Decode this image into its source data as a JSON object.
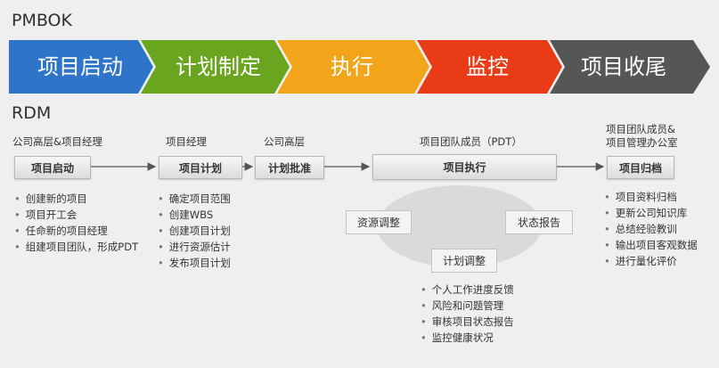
{
  "pmbok": {
    "title": "PMBOK",
    "phases": [
      {
        "label": "项目启动",
        "color": "#2e74c9"
      },
      {
        "label": "计划制定",
        "color": "#6aa520"
      },
      {
        "label": "执行",
        "color": "#f2a51a"
      },
      {
        "label": "监控",
        "color": "#e83b16"
      },
      {
        "label": "项目收尾",
        "color": "#565656"
      }
    ]
  },
  "rdm": {
    "title": "RDM",
    "stages": [
      {
        "role": "公司高层&项目经理",
        "box": "项目启动",
        "bullets": [
          "创建新的项目",
          "项目开工会",
          "任命新的项目经理",
          "组建项目团队，形成PDT"
        ]
      },
      {
        "role": "项目经理",
        "box": "项目计划",
        "bullets": [
          "确定项目范围",
          "创建WBS",
          "创建项目计划",
          "进行资源估计",
          "发布项目计划"
        ]
      },
      {
        "role": "公司高层",
        "box": "计划批准",
        "bullets": []
      },
      {
        "role": "项目团队成员（PDT）",
        "box": "项目执行",
        "bullets": [
          "个人工作进度反馈",
          "风险和问题管理",
          "审核项目状态报告",
          "监控健康状况"
        ]
      },
      {
        "role_line1": "项目团队成员&",
        "role_line2": "项目管理办公室",
        "box": "项目归档",
        "bullets": [
          "项目资料归档",
          "更新公司知识库",
          "总结经验教训",
          "输出项目客观数据",
          "进行量化评价"
        ]
      }
    ],
    "execution_cycle": {
      "left": "资源调整",
      "right": "状态报告",
      "bottom": "计划调整"
    }
  }
}
